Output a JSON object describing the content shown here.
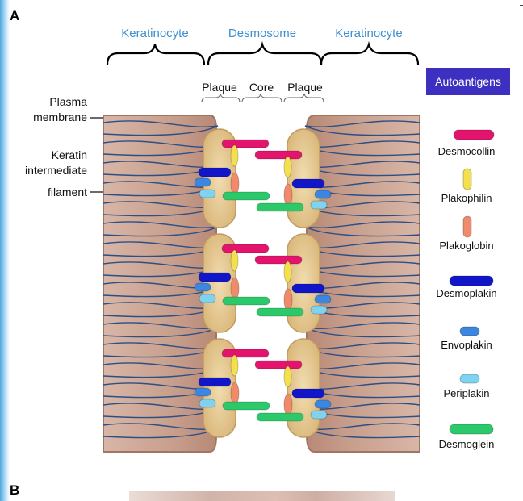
{
  "panels": {
    "a": "A",
    "b": "B"
  },
  "header": {
    "left_cell": "Keratinocyte",
    "center": "Desmosome",
    "right_cell": "Keratinocyte"
  },
  "subheader": {
    "plaque_left": "Plaque",
    "core": "Core",
    "plaque_right": "Plaque"
  },
  "labels": {
    "plasma_line1": "Plasma",
    "plasma_line2": "membrane",
    "keratin_line1": "Keratin",
    "keratin_line2": "intermediate",
    "keratin_line3": "filament"
  },
  "legend": {
    "title": "Autoantigens",
    "items": [
      {
        "label": "Desmocollin",
        "color": "#e3146d"
      },
      {
        "label": "Plakophilin",
        "color": "#f4e04d"
      },
      {
        "label": "Plakoglobin",
        "color": "#f08a6a"
      },
      {
        "label": "Desmoplakin",
        "color": "#1116c9"
      },
      {
        "label": "Envoplakin",
        "color": "#3a86e0"
      },
      {
        "label": "Periplakin",
        "color": "#7fd3f0"
      },
      {
        "label": "Desmoglein",
        "color": "#2cc96a"
      }
    ]
  },
  "colors": {
    "cell": "#cfa898",
    "plaque": "#e8cf9a",
    "filament": "#2c4f86",
    "header_text": "#3d8fd0"
  }
}
